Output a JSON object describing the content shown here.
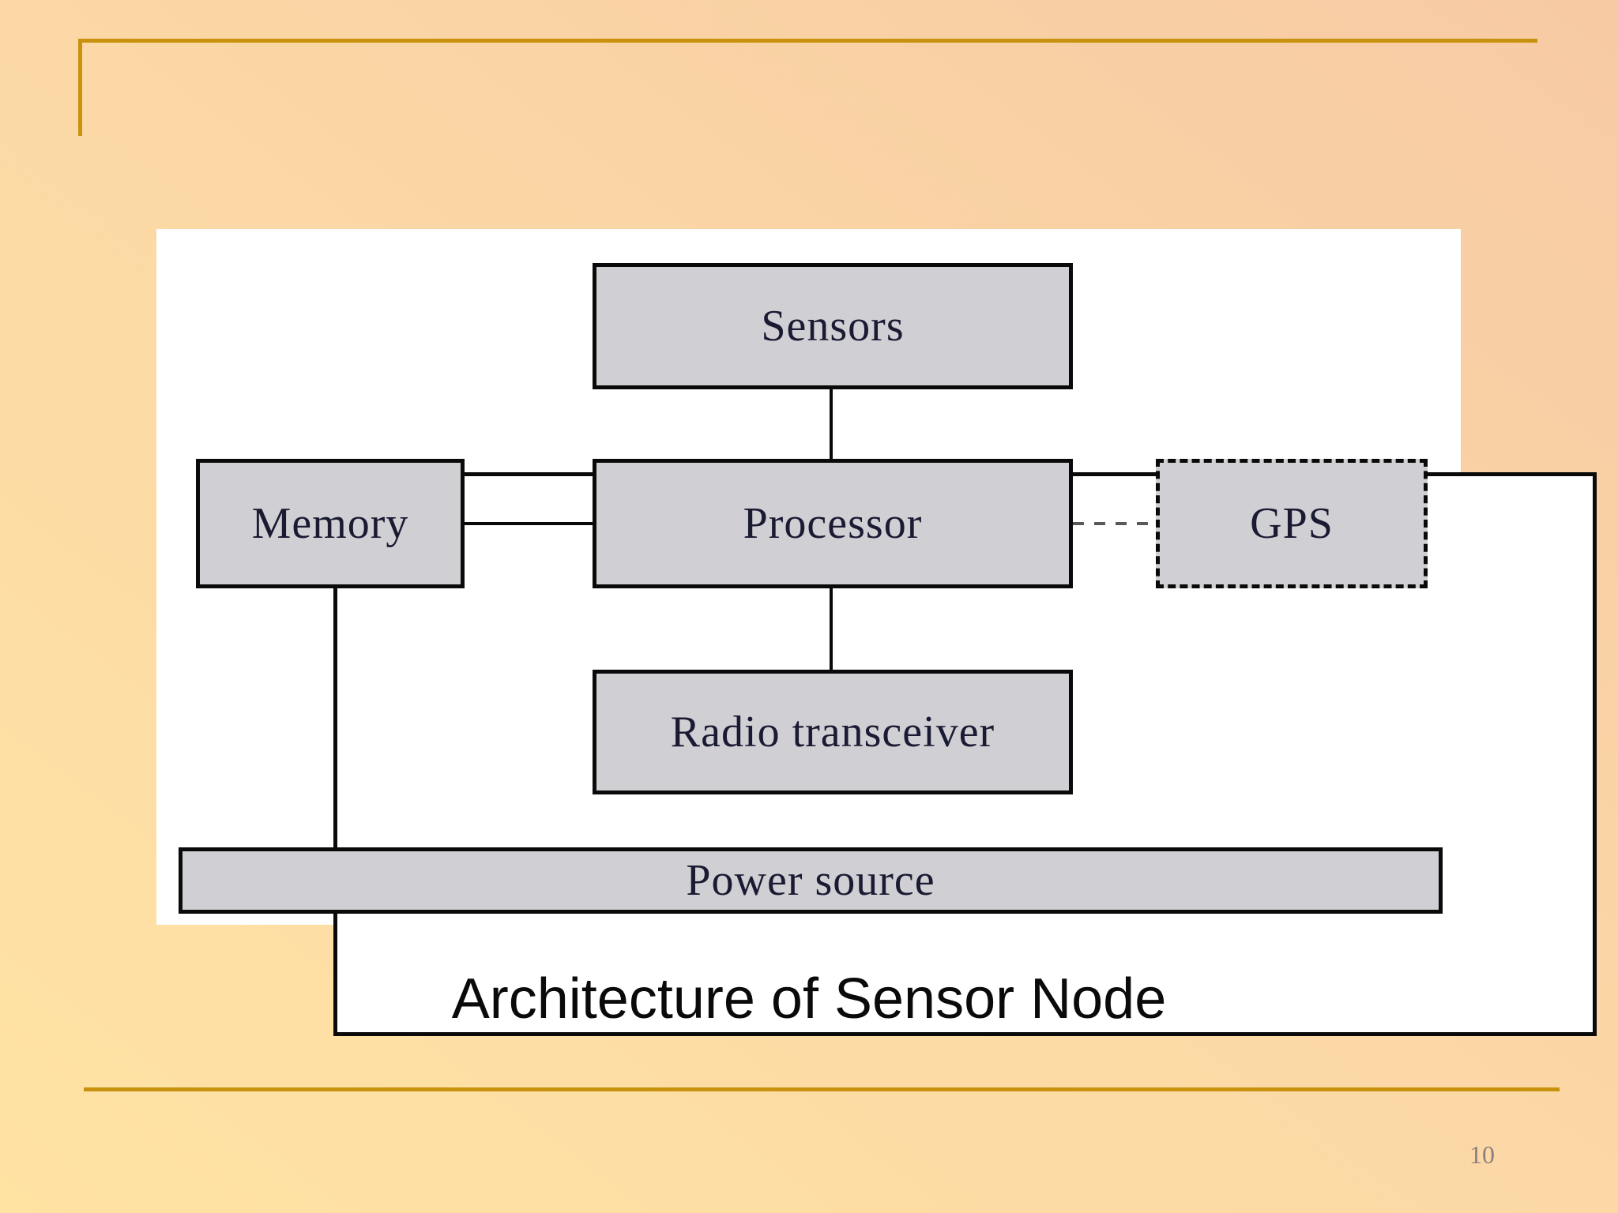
{
  "slide": {
    "caption": "Architecture of Sensor Node",
    "page_number": "10"
  },
  "diagram": {
    "sensors": "Sensors",
    "memory": "Memory",
    "processor": "Processor",
    "gps": "GPS",
    "radio_transceiver": "Radio transceiver",
    "power_source": "Power source",
    "connections": [
      {
        "from": "Sensors",
        "to": "Processor",
        "style": "solid"
      },
      {
        "from": "Memory",
        "to": "Processor",
        "style": "solid"
      },
      {
        "from": "Processor",
        "to": "Radio transceiver",
        "style": "solid"
      },
      {
        "from": "Processor",
        "to": "GPS",
        "style": "dashed"
      }
    ]
  },
  "colors": {
    "background_bottom_left": "#ffe3a3",
    "background_top_right": "#f7caa4",
    "accent_gold": "#c8920e",
    "panel_background": "#ffffff",
    "box_fill": "#d0d0d4",
    "box_border": "#0a0a0a",
    "box_text": "#1a1a33",
    "dashed_connector": "#595959",
    "caption_text": "#0a0a0a",
    "page_number_text": "#8b7e7e"
  }
}
